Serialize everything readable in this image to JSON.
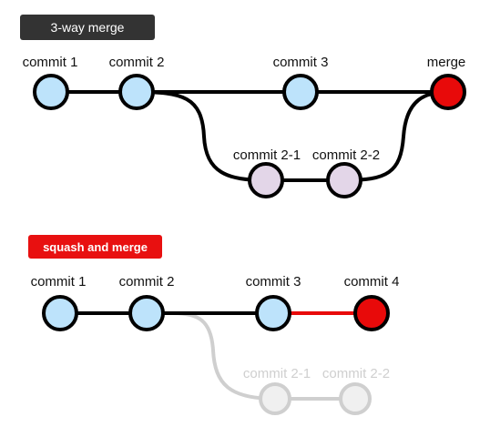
{
  "sections": {
    "three_way": {
      "tag": "3-way merge",
      "commits": {
        "c1": {
          "label": "commit 1",
          "color": "#bde3fb"
        },
        "c2": {
          "label": "commit 2",
          "color": "#bde3fb"
        },
        "c3": {
          "label": "commit 3",
          "color": "#bde3fb"
        },
        "merge": {
          "label": "merge",
          "color": "#e80a0a"
        },
        "c21": {
          "label": "commit 2-1",
          "color": "#e3d6e8"
        },
        "c22": {
          "label": "commit 2-2",
          "color": "#e3d6e8"
        }
      }
    },
    "squash": {
      "tag": "squash and merge",
      "commits": {
        "c1": {
          "label": "commit 1",
          "color": "#bde3fb"
        },
        "c2": {
          "label": "commit 2",
          "color": "#bde3fb"
        },
        "c3": {
          "label": "commit 3",
          "color": "#bde3fb"
        },
        "c4": {
          "label": "commit 4",
          "color": "#e80a0a"
        },
        "c21": {
          "label": "commit 2-1",
          "color": "#f0f0f0"
        },
        "c22": {
          "label": "commit 2-2",
          "color": "#f0f0f0"
        }
      }
    }
  }
}
